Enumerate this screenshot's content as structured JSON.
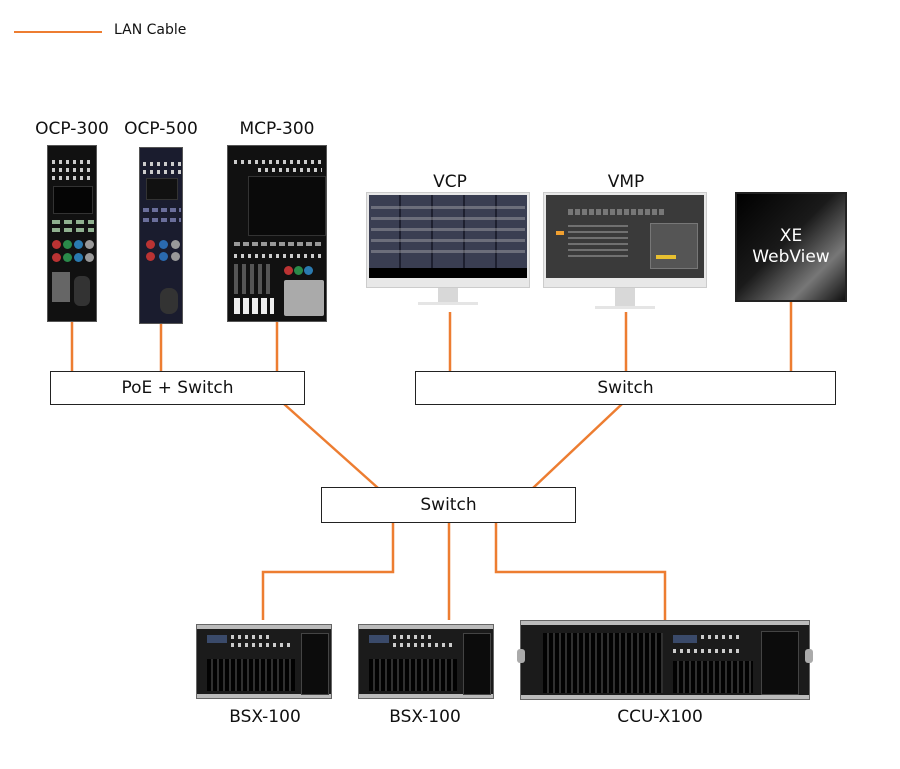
{
  "legend": {
    "label": "LAN Cable",
    "color": "#ed7d31"
  },
  "devices": {
    "ocp300": {
      "label": "OCP-300"
    },
    "ocp500": {
      "label": "OCP-500"
    },
    "mcp300": {
      "label": "MCP-300"
    },
    "vcp": {
      "label": "VCP"
    },
    "vmp": {
      "label": "VMP"
    },
    "xe_webview": {
      "line1": "XE",
      "line2": "WebView"
    },
    "bsx100_a": {
      "label": "BSX-100"
    },
    "bsx100_b": {
      "label": "BSX-100"
    },
    "ccu_x100": {
      "label": "CCU-X100"
    }
  },
  "switches": {
    "poe_switch": {
      "label": "PoE + Switch"
    },
    "right_switch": {
      "label": "Switch"
    },
    "core_switch": {
      "label": "Switch"
    }
  },
  "connections": [
    {
      "from": "OCP-300",
      "to": "PoE + Switch"
    },
    {
      "from": "OCP-500",
      "to": "PoE + Switch"
    },
    {
      "from": "MCP-300",
      "to": "PoE + Switch"
    },
    {
      "from": "VCP",
      "to": "Switch (right)"
    },
    {
      "from": "VMP",
      "to": "Switch (right)"
    },
    {
      "from": "XE WebView",
      "to": "Switch (right)"
    },
    {
      "from": "PoE + Switch",
      "to": "Switch (core)"
    },
    {
      "from": "Switch (right)",
      "to": "Switch (core)"
    },
    {
      "from": "Switch (core)",
      "to": "BSX-100"
    },
    {
      "from": "Switch (core)",
      "to": "BSX-100"
    },
    {
      "from": "Switch (core)",
      "to": "CCU-X100"
    }
  ]
}
